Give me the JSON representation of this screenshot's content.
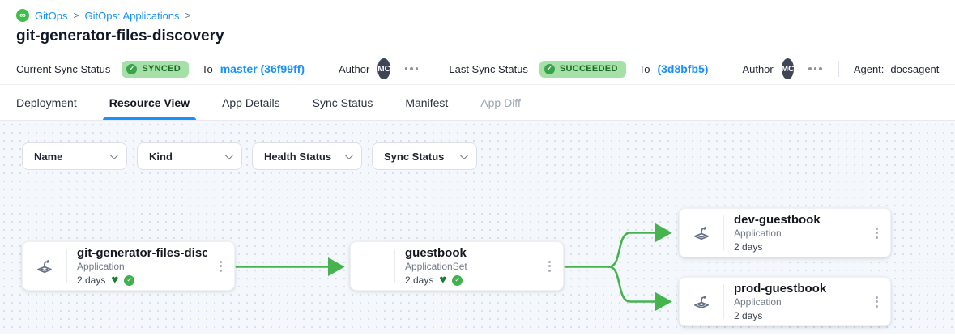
{
  "breadcrumb": {
    "separator": ">",
    "items": [
      {
        "label": "GitOps"
      },
      {
        "label": "GitOps: Applications"
      }
    ]
  },
  "page_title": "git-generator-files-discovery",
  "status_bar": {
    "current_sync": {
      "label": "Current Sync Status",
      "badge": "SYNCED",
      "to_label": "To",
      "revision": "master (36f99ff)",
      "author_label": "Author",
      "author_initials": "MC"
    },
    "last_sync": {
      "label": "Last Sync Status",
      "badge": "SUCCEEDED",
      "to_label": "To",
      "revision": "(3d8bfb5)",
      "author_label": "Author",
      "author_initials": "MC"
    },
    "agent": {
      "label": "Agent:",
      "value": "docsagent"
    }
  },
  "tabs": [
    {
      "label": "Deployment",
      "state": "normal"
    },
    {
      "label": "Resource View",
      "state": "active"
    },
    {
      "label": "App Details",
      "state": "normal"
    },
    {
      "label": "Sync Status",
      "state": "normal"
    },
    {
      "label": "Manifest",
      "state": "normal"
    },
    {
      "label": "App Diff",
      "state": "disabled"
    }
  ],
  "filters": [
    {
      "label": "Name"
    },
    {
      "label": "Kind"
    },
    {
      "label": "Health Status"
    },
    {
      "label": "Sync Status"
    }
  ],
  "graph": {
    "nodes": [
      {
        "title": "git-generator-files-disco...",
        "kind": "Application",
        "age": "2 days",
        "healthy": true,
        "synced": true
      },
      {
        "title": "guestbook",
        "kind": "ApplicationSet",
        "age": "2 days",
        "healthy": true,
        "synced": true
      },
      {
        "title": "dev-guestbook",
        "kind": "Application",
        "age": "2 days",
        "healthy": false,
        "synced": false
      },
      {
        "title": "prod-guestbook",
        "kind": "Application",
        "age": "2 days",
        "healthy": false,
        "synced": false
      }
    ],
    "edges": [
      {
        "from": "git-generator-files-disco...",
        "to": "guestbook"
      },
      {
        "from": "guestbook",
        "to": "dev-guestbook"
      },
      {
        "from": "guestbook",
        "to": "prod-guestbook"
      }
    ]
  },
  "icons": {
    "breadcrumb_icon": "gitops-infinity-icon",
    "breadcrumb_icon_glyph": "∞",
    "badge_check_glyph": "✓",
    "heart_glyph": "♥",
    "node_icon": "application-icon",
    "menu_icon": "ellipsis-icon"
  },
  "colors": {
    "accent_blue": "#1890ff",
    "badge_green_bg": "#a5e1a7",
    "badge_green_text": "#1c652a",
    "edge_green": "#47b34f",
    "health_green": "#1b7d32",
    "gitops_green": "#3fbf4a"
  }
}
